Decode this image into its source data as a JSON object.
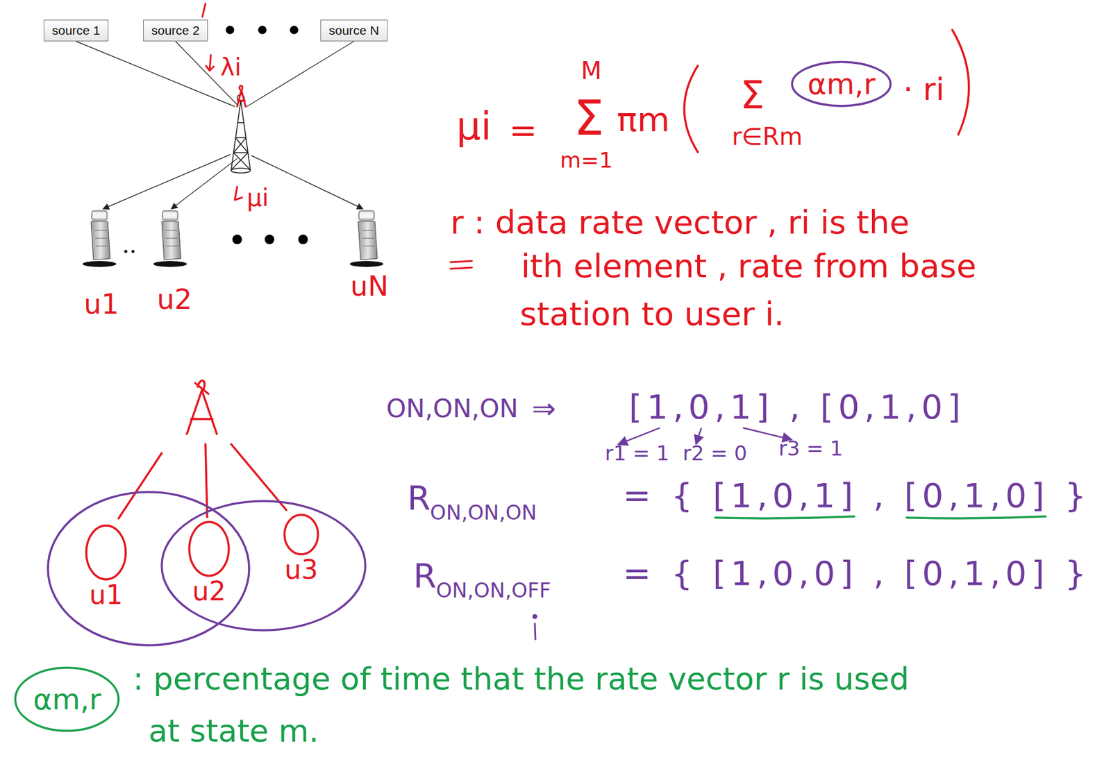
{
  "diagram": {
    "nodes": [
      {
        "text": [
          "source 1"
        ]
      },
      {
        "text": [
          "source 2"
        ]
      },
      {
        "text": [
          "source N"
        ]
      },
      {
        "text": [
          "αm,r"
        ]
      },
      {
        "text": [
          "u1"
        ]
      },
      {
        "text": [
          "u2"
        ]
      },
      {
        "text": [
          "u3"
        ]
      },
      {
        "text": [
          "αm,r"
        ]
      }
    ],
    "labels": [
      "λi",
      "μi",
      "u1",
      "u2",
      "uN",
      "μi",
      "=",
      "M",
      "Σ",
      "m=1",
      "πm",
      "Σ",
      "r∈Rm",
      "· ri",
      "r : data rate vector , ri is the",
      "ith element , rate from base",
      "station to user i.",
      "ON,ON,ON",
      "⇒",
      "[1,0,1] , [0,1,0]",
      "r1 = 1",
      "r2 = 0",
      "r3 = 1",
      "R",
      "ON,ON,ON",
      "= { [1,0,1] , [0,1,0] }",
      "R",
      "ON,ON,OFF",
      "= { [1,0,0] , [0,1,0] }",
      ": percentage of time that the rate vector r is used",
      "at state m."
    ]
  }
}
